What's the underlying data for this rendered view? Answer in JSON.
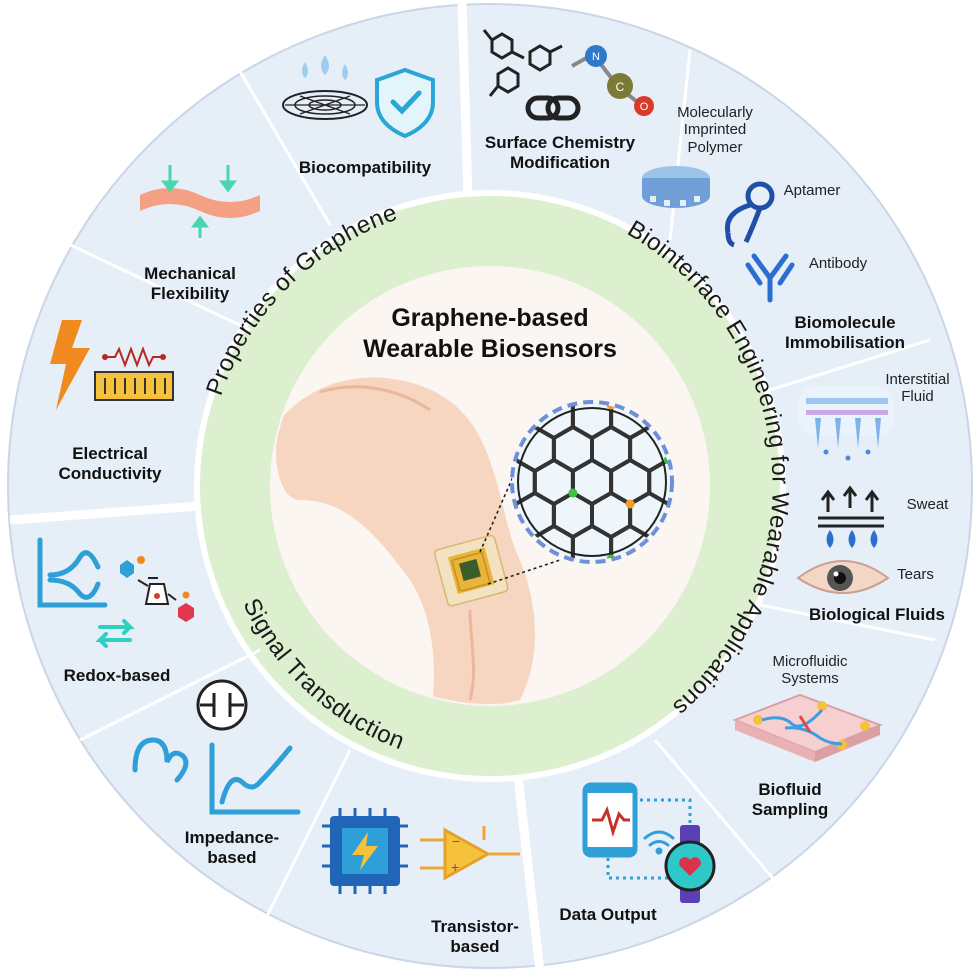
{
  "center_title": "Graphene-based\nWearable Biosensors",
  "ring_titles": {
    "properties": "Properties of Graphene",
    "biointerface": "Biointerface Engineering for Wearable Applications",
    "signal": "Signal Transduction"
  },
  "outer_labels": {
    "biocompatibility": "Biocompatibility",
    "surface_chemistry": "Surface Chemistry\nModification",
    "mechanical_flexibility": "Mechanical\nFlexibility",
    "electrical_conductivity": "Electrical\nConductivity",
    "biomolecule_immobilisation": "Biomolecule\nImmobilisation",
    "biological_fluids": "Biological Fluids",
    "biofluid_sampling": "Biofluid\nSampling",
    "data_output": "Data Output",
    "transistor_based": "Transistor-\nbased",
    "impedance_based": "Impedance-\nbased",
    "redox_based": "Redox-based"
  },
  "sub_labels": {
    "mip": "Molecularly\nImprinted\nPolymer",
    "aptamer": "Aptamer",
    "antibody": "Antibody",
    "interstitial": "Interstitial\nFluid",
    "sweat": "Sweat",
    "tears": "Tears",
    "microfluidic": "Microfluidic\nSystems"
  },
  "molecule_atoms": {
    "n": "N",
    "c": "C",
    "o": "O"
  },
  "colors": {
    "outer_ring": "#e6eef8",
    "outer_stroke": "#ccd8e8",
    "inner_ring": "#dcefcf",
    "skin": "#f6d6c0",
    "accent_blue": "#2f9fd8",
    "accent_orange": "#f59b2b"
  }
}
